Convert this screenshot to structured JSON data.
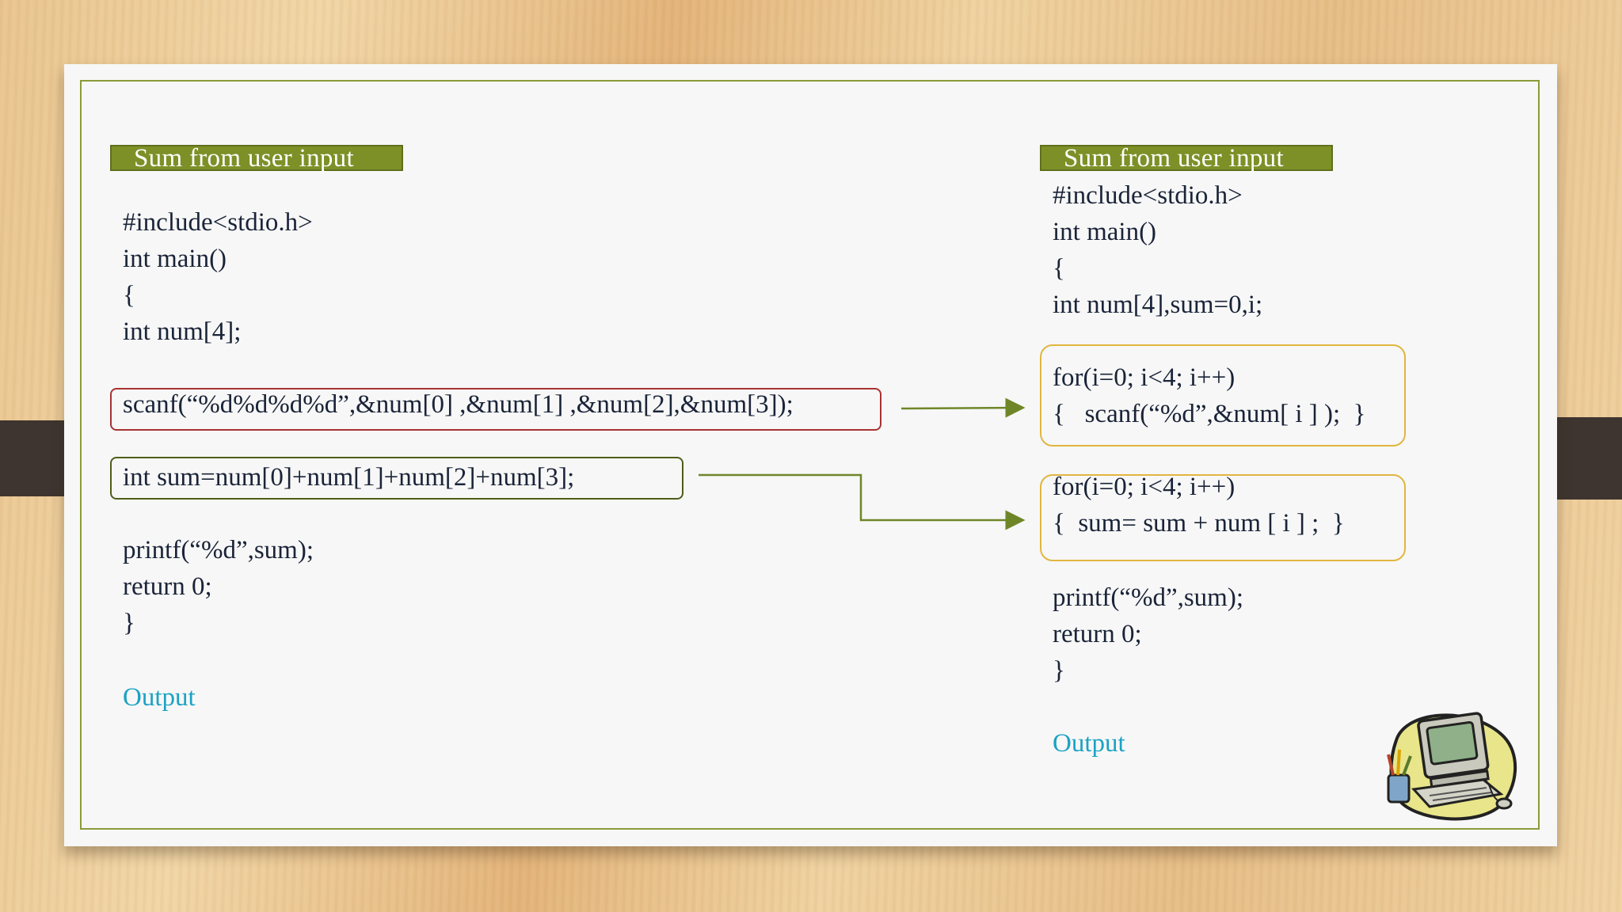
{
  "left": {
    "title": "Sum from user input",
    "lines": [
      "#include<stdio.h>",
      "int main()",
      "{",
      "int num[4];"
    ],
    "scanf_line": "scanf(“%d%d%d%d”,&num[0] ,&num[1] ,&num[2],&num[3]);",
    "sum_line": "int sum=num[0]+num[1]+num[2]+num[3];",
    "tail_lines": [
      "printf(“%d”,sum);",
      "return 0;",
      "}"
    ],
    "output": "Output"
  },
  "right": {
    "title": "Sum from user input",
    "lines": [
      "#include<stdio.h>",
      "int main()",
      "{",
      "int num[4],sum=0,i;"
    ],
    "loop1": [
      "for(i=0; i<4; i++)",
      "{   scanf(“%d”,&num[ i ] );  }"
    ],
    "loop2": [
      "for(i=0; i<4; i++)",
      "{  sum= sum + num [ i ] ;  }"
    ],
    "tail_lines": [
      "printf(“%d”,sum);",
      "return 0;",
      "}"
    ],
    "output": "Output"
  },
  "colors": {
    "title_bg": "#7d9027",
    "frame": "#8a9a3a",
    "red_box": "#a83232",
    "green_box": "#4e5e18",
    "gold_box": "#e0b640",
    "output_text": "#1aa2c4",
    "code_text": "#1a2438"
  },
  "icons": {
    "computer": "computer-clipart-icon"
  }
}
